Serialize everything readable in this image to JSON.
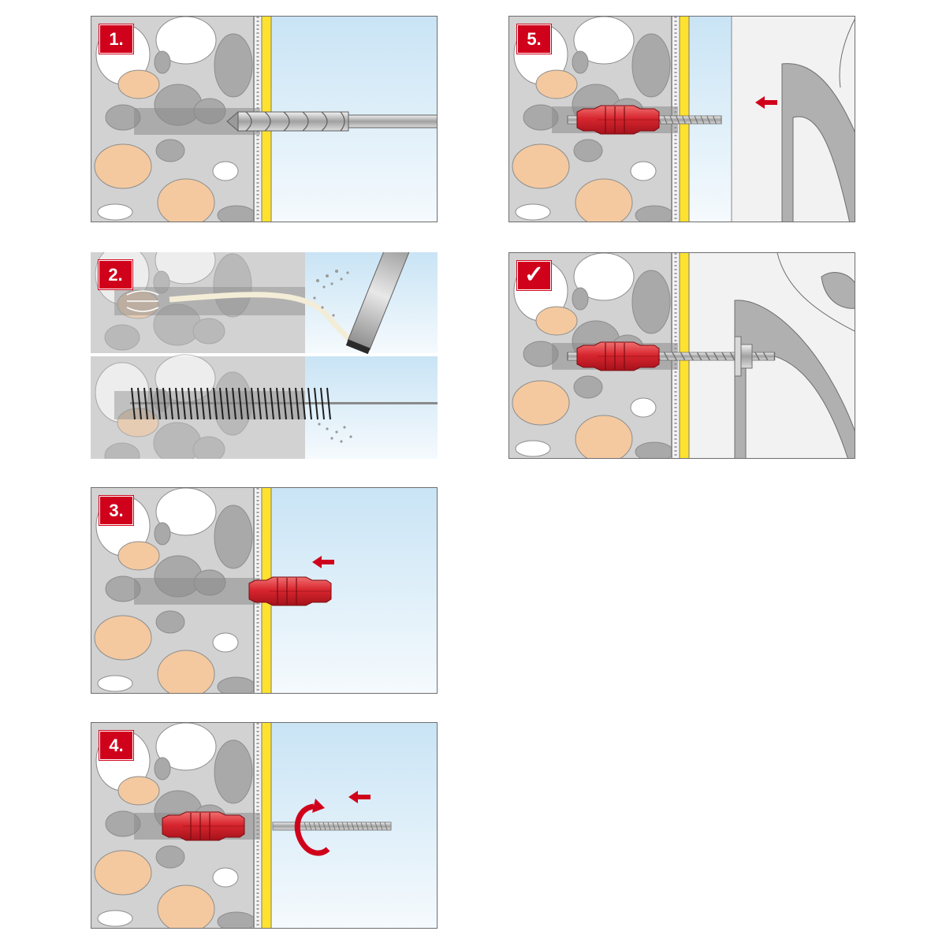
{
  "steps": [
    {
      "label": "1."
    },
    {
      "label": "2."
    },
    {
      "label": "3."
    },
    {
      "label": "4."
    },
    {
      "label": "5."
    },
    {
      "label": "✓",
      "icon": "checkmark-icon"
    }
  ],
  "colors": {
    "badge": "#d0021b",
    "anchor_red": "#d8262f",
    "masonry": "#d2d2d2",
    "stone_grey": "#a9a9a9",
    "stone_tan": "#f4c9a0",
    "insulation_yellow": "#ffe22e",
    "sky_top": "#cde6f5",
    "sky_bottom": "#f3f9fd"
  }
}
